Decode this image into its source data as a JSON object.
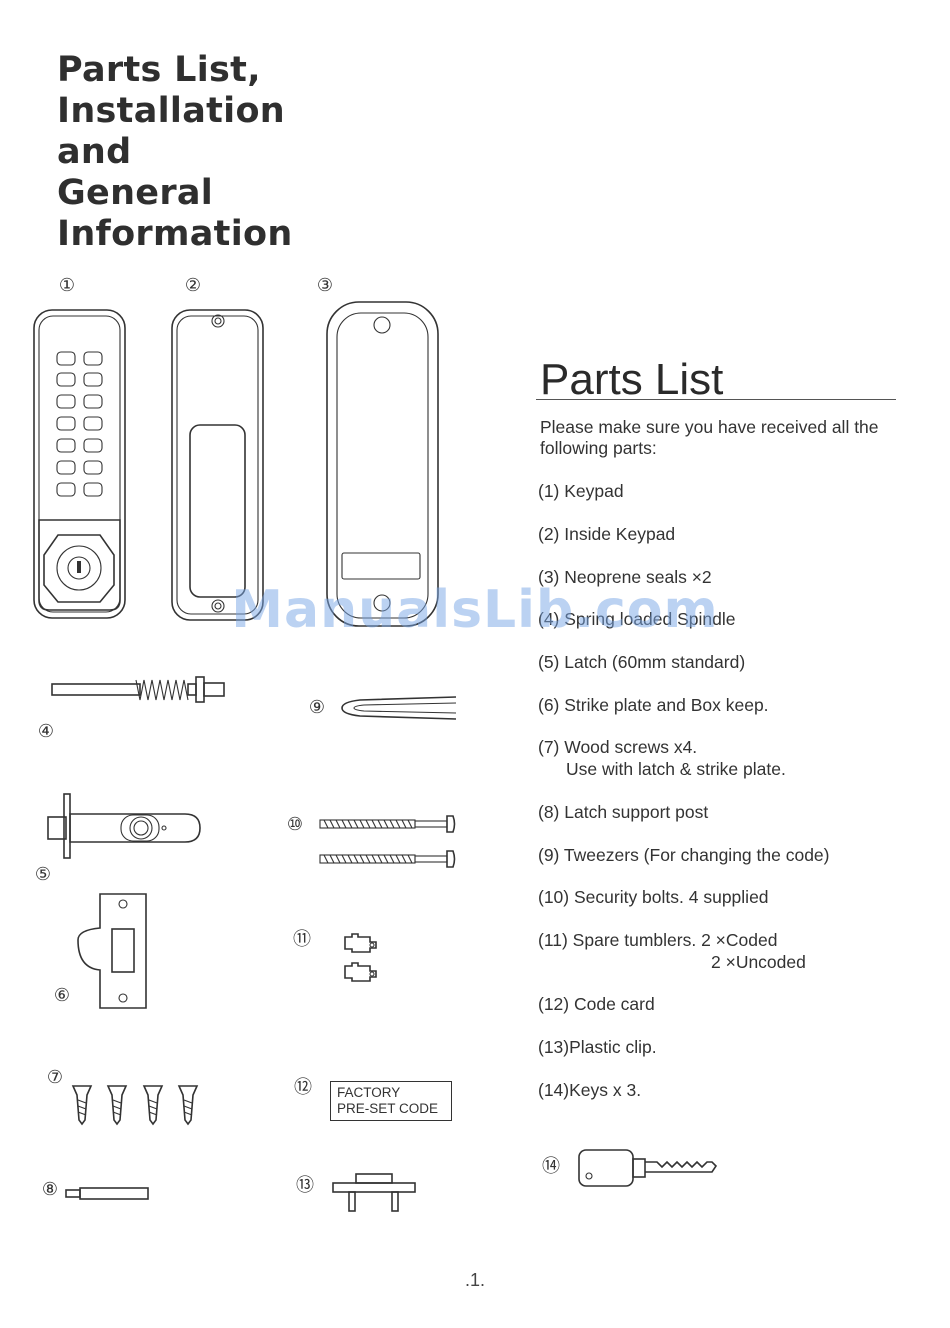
{
  "page": {
    "title": "Parts List,\nInstallation\nand\nGeneral\nInformation",
    "page_number": ".1."
  },
  "watermark": {
    "text": "ManualsLib.com"
  },
  "figure_numbers": [
    "①",
    "②",
    "③",
    "④",
    "⑤",
    "⑥",
    "⑦",
    "⑧",
    "⑨",
    "⑩",
    "⑪",
    "⑫",
    "⑬",
    "⑭"
  ],
  "code_card": {
    "line1": "FACTORY",
    "line2": "PRE-SET CODE"
  },
  "parts_list": {
    "heading": "Parts List",
    "intro": "Please make sure you have received all the following parts:",
    "items": [
      {
        "text": "(1) Keypad"
      },
      {
        "text": "(2) Inside Keypad"
      },
      {
        "text": "(3) Neoprene seals ×2"
      },
      {
        "text": "(4) Spring loaded Spindle"
      },
      {
        "text": "(5) Latch (60mm standard)"
      },
      {
        "text": "(6) Strike plate and Box keep."
      },
      {
        "text": "(7) Wood screws x4.",
        "sub": "Use with latch & strike plate."
      },
      {
        "text": "(8) Latch support post"
      },
      {
        "text": "(9) Tweezers (For changing the code)"
      },
      {
        "text": "(10) Security bolts. 4 supplied"
      },
      {
        "text": "(11) Spare tumblers. 2 ×Coded",
        "sub": "2 ×Uncoded"
      },
      {
        "text": "(12) Code card"
      },
      {
        "text": "(13)Plastic clip."
      },
      {
        "text": "(14)Keys x 3."
      }
    ]
  }
}
